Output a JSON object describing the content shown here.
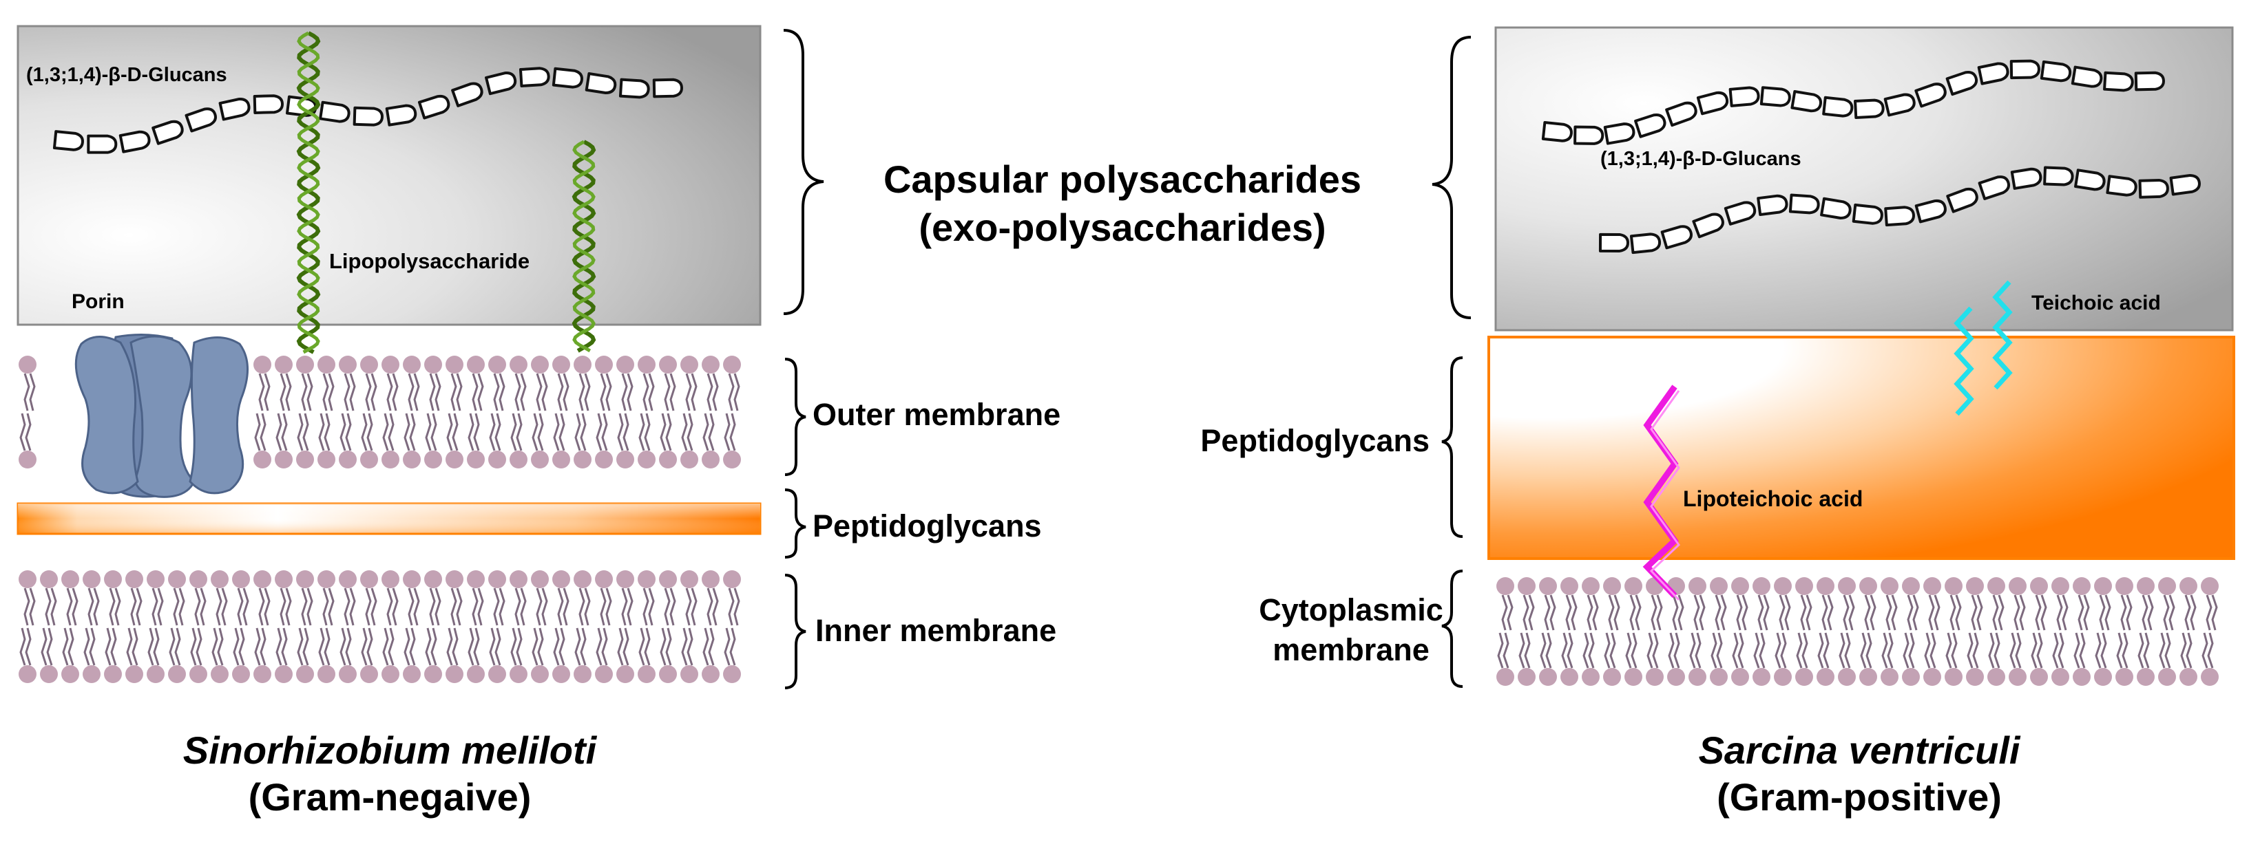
{
  "labels": {
    "glucans_left": "(1,3;1,4)-β-D-Glucans",
    "glucans_right": "(1,3;1,4)-β-D-Glucans",
    "porin": "Porin",
    "lipopolysaccharide": "Lipopolysaccharide",
    "capsular_line1": "Capsular polysaccharides",
    "capsular_line2": "(exo-polysaccharides)",
    "outer_membrane": "Outer membrane",
    "peptidoglycans_left": "Peptidoglycans",
    "inner_membrane": "Inner membrane",
    "peptidoglycans_right": "Peptidoglycans",
    "cytoplasmic_line1": "Cytoplasmic",
    "cytoplasmic_line2": "membrane",
    "teichoic_acid": "Teichoic acid",
    "lipoteichoic_acid": "Lipoteichoic acid",
    "left_species": "Sinorhizobium meliloti",
    "left_gram": "(Gram-negaive)",
    "right_species": "Sarcina ventriculi",
    "right_gram": "(Gram-positive)"
  },
  "colors": {
    "lipid_head": "#c3a2b4",
    "lipid_tail": "#7d6a7e",
    "porin": "#7c93b7",
    "lps": "#4f8a10",
    "peptidoglycan": "#ff8000",
    "teichoic_acid": "#22e0ec",
    "lipoteichoic_acid": "#ee1ae0",
    "capsule_dark": "#a6a6a6",
    "capsule_light": "#ffffff"
  }
}
